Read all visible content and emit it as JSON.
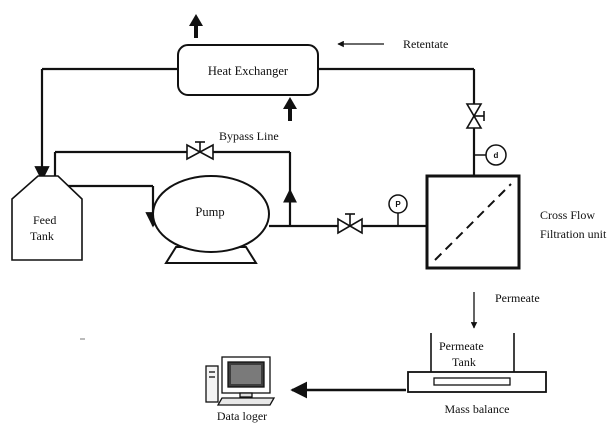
{
  "labels": {
    "heat_exchanger": "Heat Exchanger",
    "retentate": "Retentate",
    "bypass_line": "Bypass Line",
    "pump": "Pump",
    "feed_tank_line1": "Feed",
    "feed_tank_line2": "Tank",
    "cross_flow_line1": "Cross Flow",
    "cross_flow_line2": "Filtration unit",
    "permeate": "Permeate",
    "permeate_tank_line1": "Permeate",
    "permeate_tank_line2": "Tank",
    "mass_balance": "Mass balance",
    "data_logger": "Data loger"
  },
  "gauges": {
    "pressure_symbol": "P",
    "flow_symbol": "d"
  },
  "icons": [
    "arrow-up-icon",
    "arrow-left-icon",
    "arrow-down-icon",
    "valve-icon",
    "pressure-gauge-icon",
    "computer-icon"
  ],
  "colors": {
    "line": "#111111",
    "background": "#ffffff"
  }
}
